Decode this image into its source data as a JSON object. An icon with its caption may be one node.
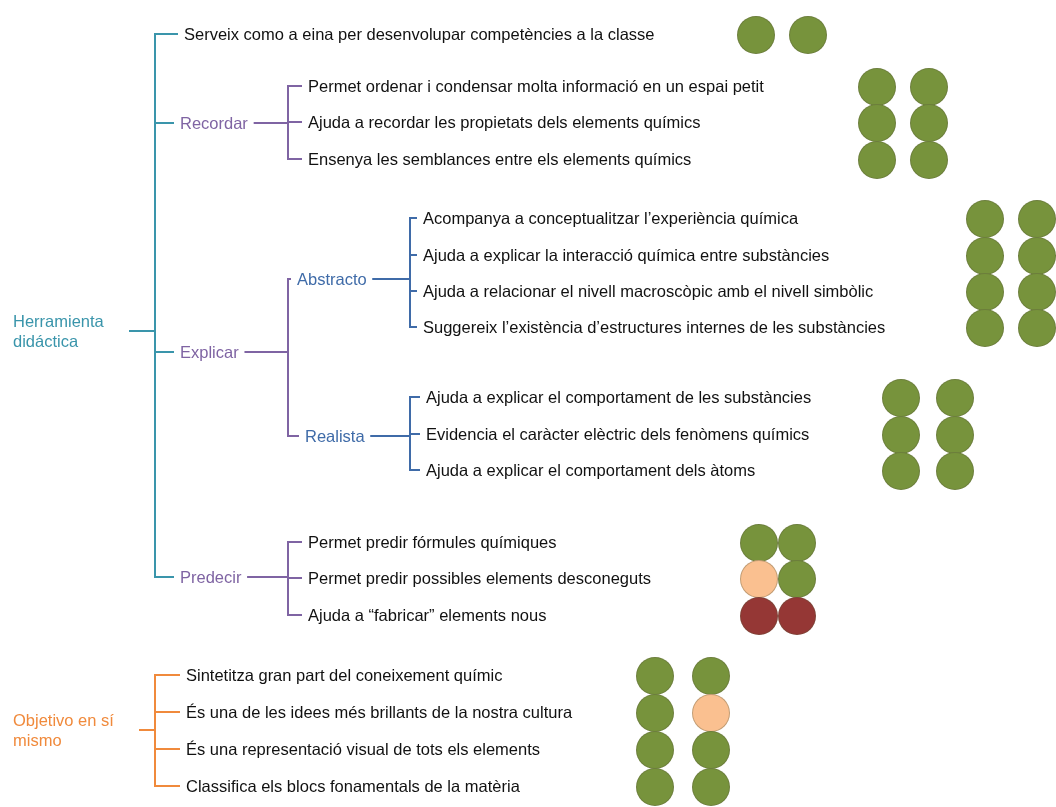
{
  "diagram": {
    "nodes": [
      {
        "text": [
          "Herramienta didáctica"
        ]
      },
      {
        "text": [
          "Serveix como a eina per desenvolupar competències a la classe"
        ]
      },
      {
        "text": [
          "Recordar"
        ]
      },
      {
        "text": [
          "Permet ordenar i condensar molta informació en un espai petit"
        ]
      },
      {
        "text": [
          "Ajuda a recordar les propietats dels elements químics"
        ]
      },
      {
        "text": [
          "Ensenya les semblances entre els elements químics"
        ]
      },
      {
        "text": [
          "Explicar"
        ]
      },
      {
        "text": [
          "Abstracto"
        ]
      },
      {
        "text": [
          "Acompanya a conceptualitzar l’experiència química"
        ]
      },
      {
        "text": [
          "Ajuda a explicar la interacció química entre substàncies"
        ]
      },
      {
        "text": [
          "Ajuda a relacionar el nivell macroscòpic amb el nivell simbòlic"
        ]
      },
      {
        "text": [
          "Suggereix l’existència d’estructures internes de les substàncies"
        ]
      },
      {
        "text": [
          "Realista"
        ]
      },
      {
        "text": [
          "Ajuda a explicar el comportament de les substàncies"
        ]
      },
      {
        "text": [
          "Evidencia el caràcter elèctric dels fenòmens químics"
        ]
      },
      {
        "text": [
          "Ajuda a explicar el comportament dels àtoms"
        ]
      },
      {
        "text": [
          "Predecir"
        ]
      },
      {
        "text": [
          "Permet predir fórmules químiques"
        ]
      },
      {
        "text": [
          "Permet predir possibles elements desconeguts"
        ]
      },
      {
        "text": [
          "Ajuda a “fabricar” elements nous"
        ]
      },
      {
        "text": [
          "Objetivo en sí mismo"
        ]
      },
      {
        "text": [
          "Sintetitza gran part del coneixement químic"
        ]
      },
      {
        "text": [
          "És una de les idees més brillants de la nostra cultura"
        ]
      },
      {
        "text": [
          "És una representació visual de tots els elements"
        ]
      },
      {
        "text": [
          "Classifica els blocs fonamentals de la matèria"
        ]
      }
    ],
    "edges": [
      {
        "from": 0,
        "to": 1,
        "arrow": "none",
        "color": "#3a95ab"
      },
      {
        "from": 0,
        "to": 2,
        "arrow": "none",
        "color": "#3a95ab"
      },
      {
        "from": 0,
        "to": 6,
        "arrow": "none",
        "color": "#3a95ab"
      },
      {
        "from": 0,
        "to": 16,
        "arrow": "none",
        "color": "#3a95ab"
      },
      {
        "from": 2,
        "to": 3,
        "arrow": "none"
      },
      {
        "from": 2,
        "to": 4,
        "arrow": "none"
      },
      {
        "from": 2,
        "to": 5,
        "arrow": "none"
      },
      {
        "from": 6,
        "to": 7,
        "arrow": "none"
      },
      {
        "from": 6,
        "to": 12,
        "arrow": "none"
      },
      {
        "from": 7,
        "to": 8,
        "arrow": "none",
        "color": "#3f6ba8"
      },
      {
        "from": 7,
        "to": 9,
        "arrow": "none",
        "color": "#3f6ba8"
      },
      {
        "from": 7,
        "to": 10,
        "arrow": "none",
        "color": "#3f6ba8"
      },
      {
        "from": 7,
        "to": 11,
        "arrow": "none",
        "color": "#3f6ba8"
      },
      {
        "from": 12,
        "to": 13,
        "arrow": "none",
        "color": "#3f6ba8"
      },
      {
        "from": 12,
        "to": 14,
        "arrow": "none",
        "color": "#3f6ba8"
      },
      {
        "from": 12,
        "to": 15,
        "arrow": "none",
        "color": "#3f6ba8"
      },
      {
        "from": 16,
        "to": 17,
        "arrow": "none"
      },
      {
        "from": 16,
        "to": 18,
        "arrow": "none"
      },
      {
        "from": 16,
        "to": 19,
        "arrow": "none"
      },
      {
        "from": 20,
        "to": 21,
        "arrow": "none",
        "color": "#f08a3c"
      },
      {
        "from": 20,
        "to": 22,
        "arrow": "none",
        "color": "#f08a3c"
      },
      {
        "from": 20,
        "to": 23,
        "arrow": "none",
        "color": "#f08a3c"
      },
      {
        "from": 20,
        "to": 24,
        "arrow": "none",
        "color": "#f08a3c"
      }
    ]
  }
}
